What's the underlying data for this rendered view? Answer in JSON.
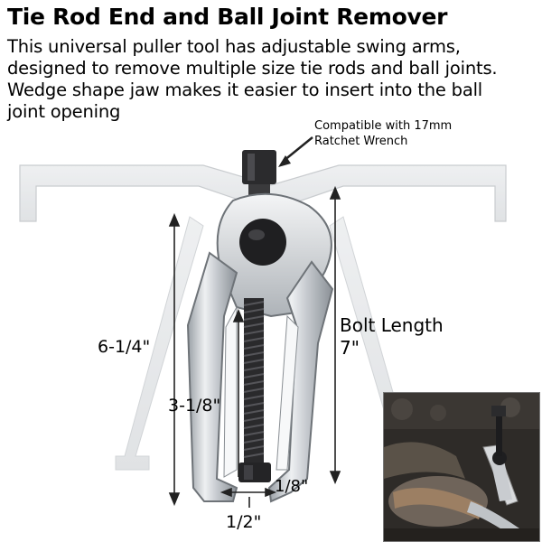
{
  "title": "Tie Rod End and Ball Joint Remover",
  "description": {
    "line1": "This universal puller tool has adjustable swing arms,",
    "line2": "designed to remove multiple size tie rods and ball joints.",
    "line3": "Wedge shape jaw makes it easier to insert into the ball",
    "line4": "joint opening"
  },
  "callout": {
    "line1": "Compatible with 17mm",
    "line2": "Ratchet Wrench"
  },
  "dimensions": {
    "overall_height": "6-1/4\"",
    "jaw_depth": "3-1/8\"",
    "bolt_length_label": "Bolt Length",
    "bolt_length_value": "7\"",
    "jaw_gap": "1/8\"",
    "jaw_width": "1/2\""
  }
}
